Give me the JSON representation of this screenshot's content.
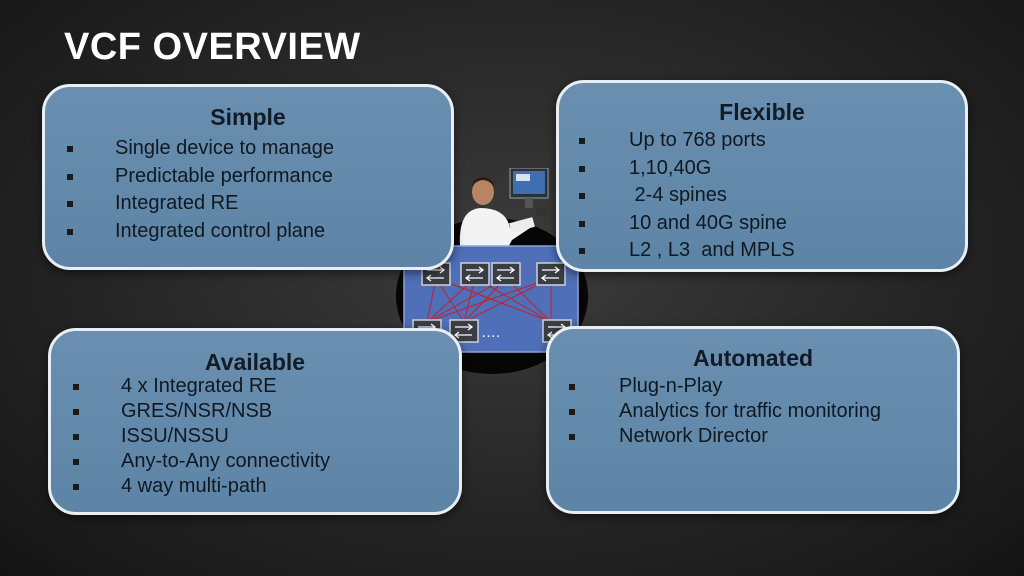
{
  "slide": {
    "title": "VCF OVERVIEW"
  },
  "cards": {
    "simple": {
      "heading": "Simple",
      "items": [
        "Single device to manage",
        "Predictable performance",
        "Integrated RE",
        "Integrated control plane"
      ]
    },
    "flexible": {
      "heading": "Flexible",
      "items": [
        "Up to 768 ports",
        "1,10,40G",
        " 2-4 spines",
        "10 and 40G spine",
        "L2 , L3  and MPLS"
      ]
    },
    "available": {
      "heading": "Available",
      "items": [
        "4 x Integrated RE",
        "GRES/NSR/NSB",
        "ISSU/NSSU",
        "Any-to-Any connectivity",
        "4 way multi-path"
      ]
    },
    "automated": {
      "heading": "Automated",
      "items": [
        "Plug-n-Play",
        "Analytics for traffic monitoring",
        "Network Director"
      ]
    }
  },
  "diagram": {
    "ellipsis": "…."
  }
}
